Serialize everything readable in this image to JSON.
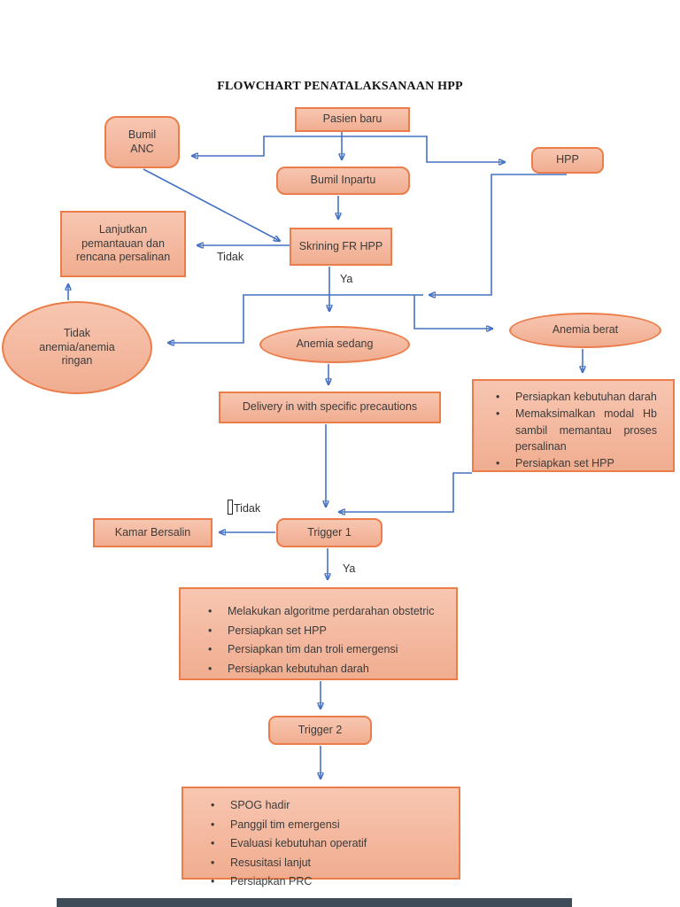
{
  "page": {
    "title": "FLOWCHART PENATALAKSANAAN HPP"
  },
  "colors": {
    "shape_fill": "#f2b49c",
    "shape_border": "#ea7d49",
    "arrow_blue": "#4472c4",
    "text": "#3b3b3b"
  },
  "nodes": {
    "pasien_baru": "Pasien baru",
    "bumil_anc": "Bumil\nANC",
    "hpp": "HPP",
    "bumil_inpartu": "Bumil Inpartu",
    "skrining_fr_hpp": "Skrining FR HPP",
    "lanjutkan": "Lanjutkan\npemantauan dan\nrencana persalinan",
    "tidak_anemia": "Tidak\nanemia/anemia\nringan",
    "anemia_sedang": "Anemia sedang",
    "anemia_berat": "Anemia berat",
    "delivery": "Delivery in with specific precautions",
    "kamar_bersalin": "Kamar Bersalin",
    "trigger_1": "Trigger 1",
    "trigger_2": "Trigger 2"
  },
  "lists": {
    "anemia_berat_actions": [
      "Persiapkan kebutuhan darah",
      "Memaksimalkan modal Hb sambil memantau proses persalinan",
      "Persiapkan set HPP"
    ],
    "trigger_1_actions": [
      "Melakukan algoritme perdarahan obstetric",
      "Persiapkan set HPP",
      "Persiapkan tim dan troli emergensi",
      "Persiapkan kebutuhan darah"
    ],
    "trigger_2_actions": [
      "SPOG hadir",
      "Panggil tim emergensi",
      "Evaluasi kebutuhan operatif",
      "Resusitasi lanjut",
      "Persiapkan PRC"
    ]
  },
  "edge_labels": {
    "skrining_tidak": "Tidak",
    "skrining_ya": "Ya",
    "trigger1_tidak": "Tidak",
    "trigger1_ya": "Ya"
  }
}
